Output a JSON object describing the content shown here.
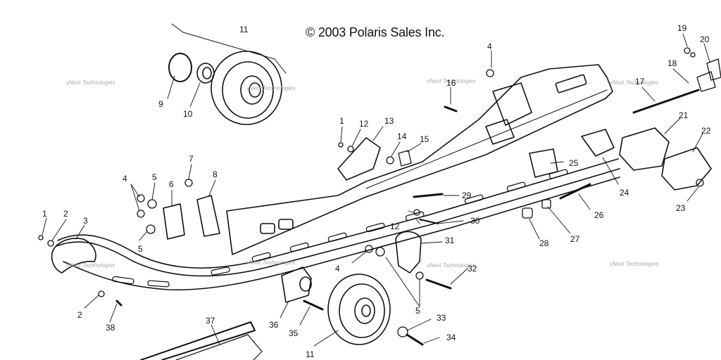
{
  "copyright": "© 2003 Polaris Sales Inc.",
  "watermark": "vNext Technologies",
  "callouts": [
    "1",
    "2",
    "3",
    "4",
    "5",
    "6",
    "7",
    "8",
    "9",
    "10",
    "11",
    "12",
    "13",
    "14",
    "15",
    "16",
    "17",
    "18",
    "19",
    "20",
    "21",
    "22",
    "23",
    "24",
    "25",
    "26",
    "27",
    "28",
    "29",
    "30",
    "31",
    "32",
    "33",
    "34",
    "35",
    "36",
    "37",
    "38"
  ],
  "colors": {
    "line": "#111111",
    "watermark": "#a8a8a8",
    "background": "#ffffff"
  }
}
